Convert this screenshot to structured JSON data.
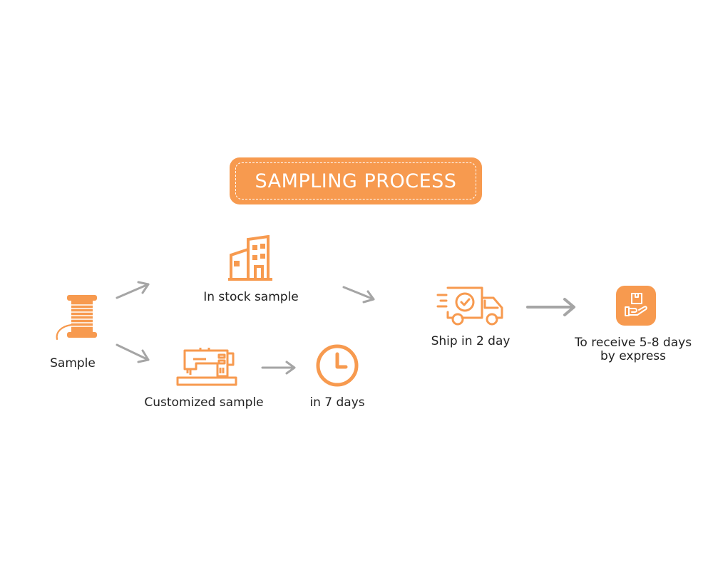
{
  "title": "SAMPLING PROCESS",
  "colors": {
    "accent": "#f79a4f",
    "arrow": "#a5a5a5",
    "text": "#222222"
  },
  "nodes": {
    "sample": {
      "label": "Sample",
      "icon": "thread-spool-icon"
    },
    "in_stock": {
      "label": "In stock sample",
      "icon": "building-icon"
    },
    "customized": {
      "label": "Customized sample",
      "icon": "sewing-machine-icon"
    },
    "seven_days": {
      "label": "in 7 days",
      "icon": "clock-icon"
    },
    "ship": {
      "label": "Ship in 2 day",
      "icon": "delivery-truck-icon"
    },
    "receive": {
      "line1": "To receive 5-8 days",
      "line2": "by express",
      "icon": "package-hand-icon"
    }
  }
}
